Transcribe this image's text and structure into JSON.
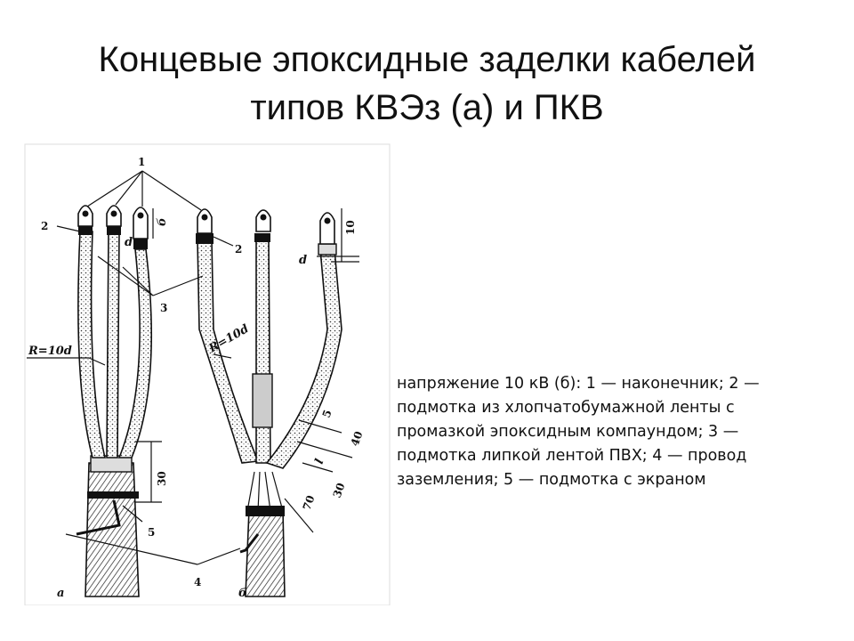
{
  "title": {
    "line1": "Концевые эпоксидные заделки кабелей",
    "line2": "типов КВЭз (а) и ПКВ"
  },
  "caption": {
    "line1": "напряжение 10 кВ (б): 1 — наконечник; 2 —",
    "line2": "подмотка из хлопчатобумажной ленты с",
    "line3": "промазкой эпоксидным компаундом; 3 —",
    "line4": "подмотка липкой лентой ПВХ; 4 — провод",
    "line5": "заземления; 5 — подмотка с экраном"
  },
  "figure": {
    "labels": {
      "n1": "1",
      "n2a": "2",
      "n2b": "2",
      "n3": "3",
      "n4": "4",
      "n5": "5",
      "radius_a": "R=10d",
      "radius_b": "R=10d",
      "d_a": "d",
      "d_b": "d",
      "dim_b": "б",
      "dim_10": "10",
      "dim_30a": "30",
      "dim_5": "5",
      "dim_40": "40",
      "dim_l": "l",
      "dim_30b": "30",
      "dim_70": "70",
      "sub_a": "а",
      "sub_b": "б"
    }
  }
}
